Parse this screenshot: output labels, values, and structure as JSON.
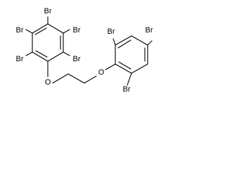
{
  "structure": {
    "atoms": {
      "br_a": "Br",
      "br_b": "Br",
      "br_c": "Br",
      "br_d": "Br",
      "br_e": "Br",
      "o_left": "O",
      "o_right": "O",
      "br_f": "Br",
      "br_g": "Br",
      "br_h": "Br"
    }
  },
  "colors": {
    "bond": "#000000",
    "label": "#000000",
    "background": "#ffffff"
  }
}
